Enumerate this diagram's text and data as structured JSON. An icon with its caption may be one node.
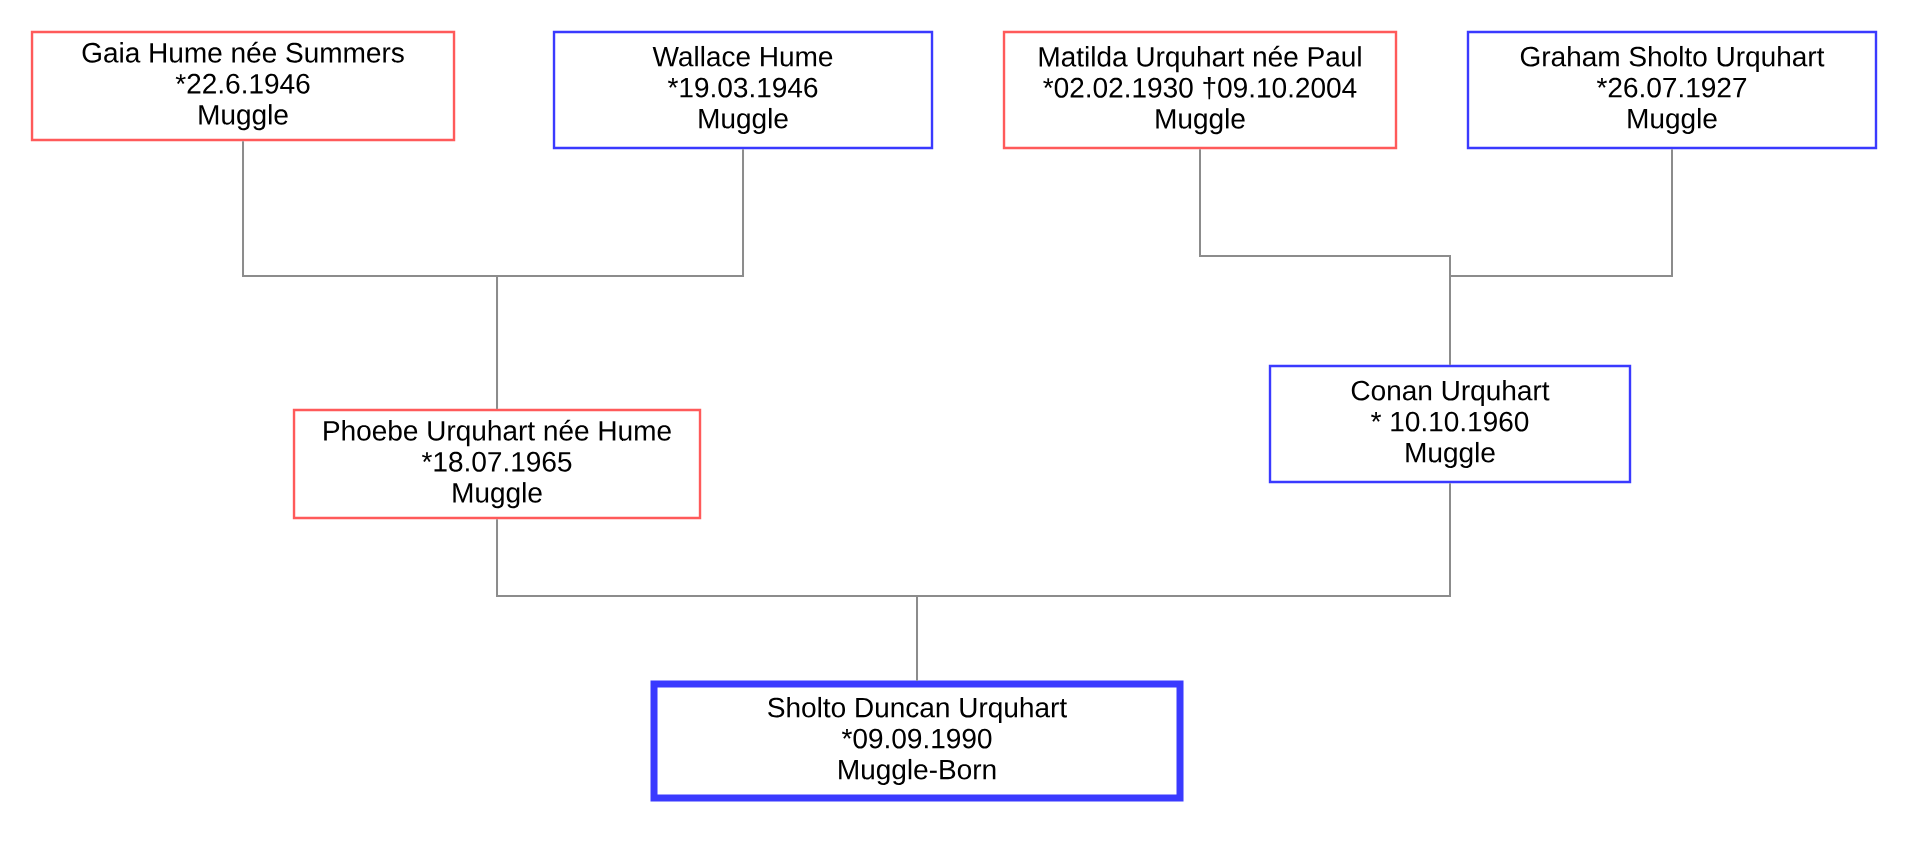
{
  "diagram": {
    "nodes": [
      {
        "text": [
          "Gaia Hume née Summers",
          "*22.6.1946",
          "Muggle"
        ]
      },
      {
        "text": [
          "Wallace Hume",
          "*19.03.1946",
          "Muggle"
        ]
      },
      {
        "text": [
          "Matilda Urquhart née Paul",
          "*02.02.1930 †09.10.2004",
          "Muggle"
        ]
      },
      {
        "text": [
          "Graham Sholto Urquhart",
          "*26.07.1927",
          "Muggle"
        ]
      },
      {
        "text": [
          "Phoebe Urquhart née Hume",
          "*18.07.1965",
          "Muggle"
        ]
      },
      {
        "text": [
          "Conan Urquhart",
          "* 10.10.1960",
          "Muggle"
        ]
      },
      {
        "text": [
          "Sholto Duncan Urquhart",
          "*09.09.1990",
          "Muggle-Born"
        ]
      }
    ],
    "edges": [
      {
        "from": 0,
        "to": 4,
        "arrow": "none"
      },
      {
        "from": 1,
        "to": 4,
        "arrow": "none"
      },
      {
        "from": 2,
        "to": 5,
        "arrow": "none"
      },
      {
        "from": 3,
        "to": 5,
        "arrow": "none"
      },
      {
        "from": 4,
        "to": 6,
        "arrow": "none"
      },
      {
        "from": 5,
        "to": 6,
        "arrow": "none"
      }
    ]
  }
}
